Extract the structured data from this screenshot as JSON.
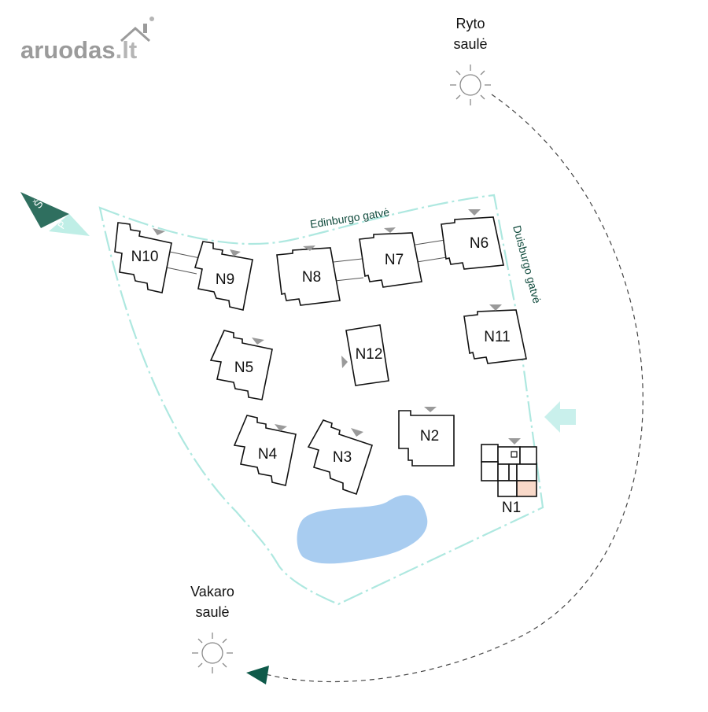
{
  "logo": {
    "text": "aruodas",
    "suffix": ".lt"
  },
  "sun": {
    "morning": {
      "line1": "Ryto",
      "line2": "saulė"
    },
    "evening": {
      "line1": "Vakaro",
      "line2": "saulė"
    }
  },
  "streets": {
    "north": "Edinburgo gatvė",
    "east": "Duisburgo gatvė"
  },
  "compass": {
    "north_letter": "Š",
    "south_letter": "P"
  },
  "buildings": [
    "N1",
    "N2",
    "N3",
    "N4",
    "N5",
    "N6",
    "N7",
    "N8",
    "N9",
    "N10",
    "N11",
    "N12"
  ],
  "highlight": {
    "unit": "N1",
    "color": "#f9d9c9"
  },
  "colors": {
    "boundary": "#aee8e0",
    "water": "#a8ccf0",
    "compass": "#2f6f5f",
    "arrow": "#0f5a4a",
    "entrance_arrow": "#c9f0ec"
  }
}
